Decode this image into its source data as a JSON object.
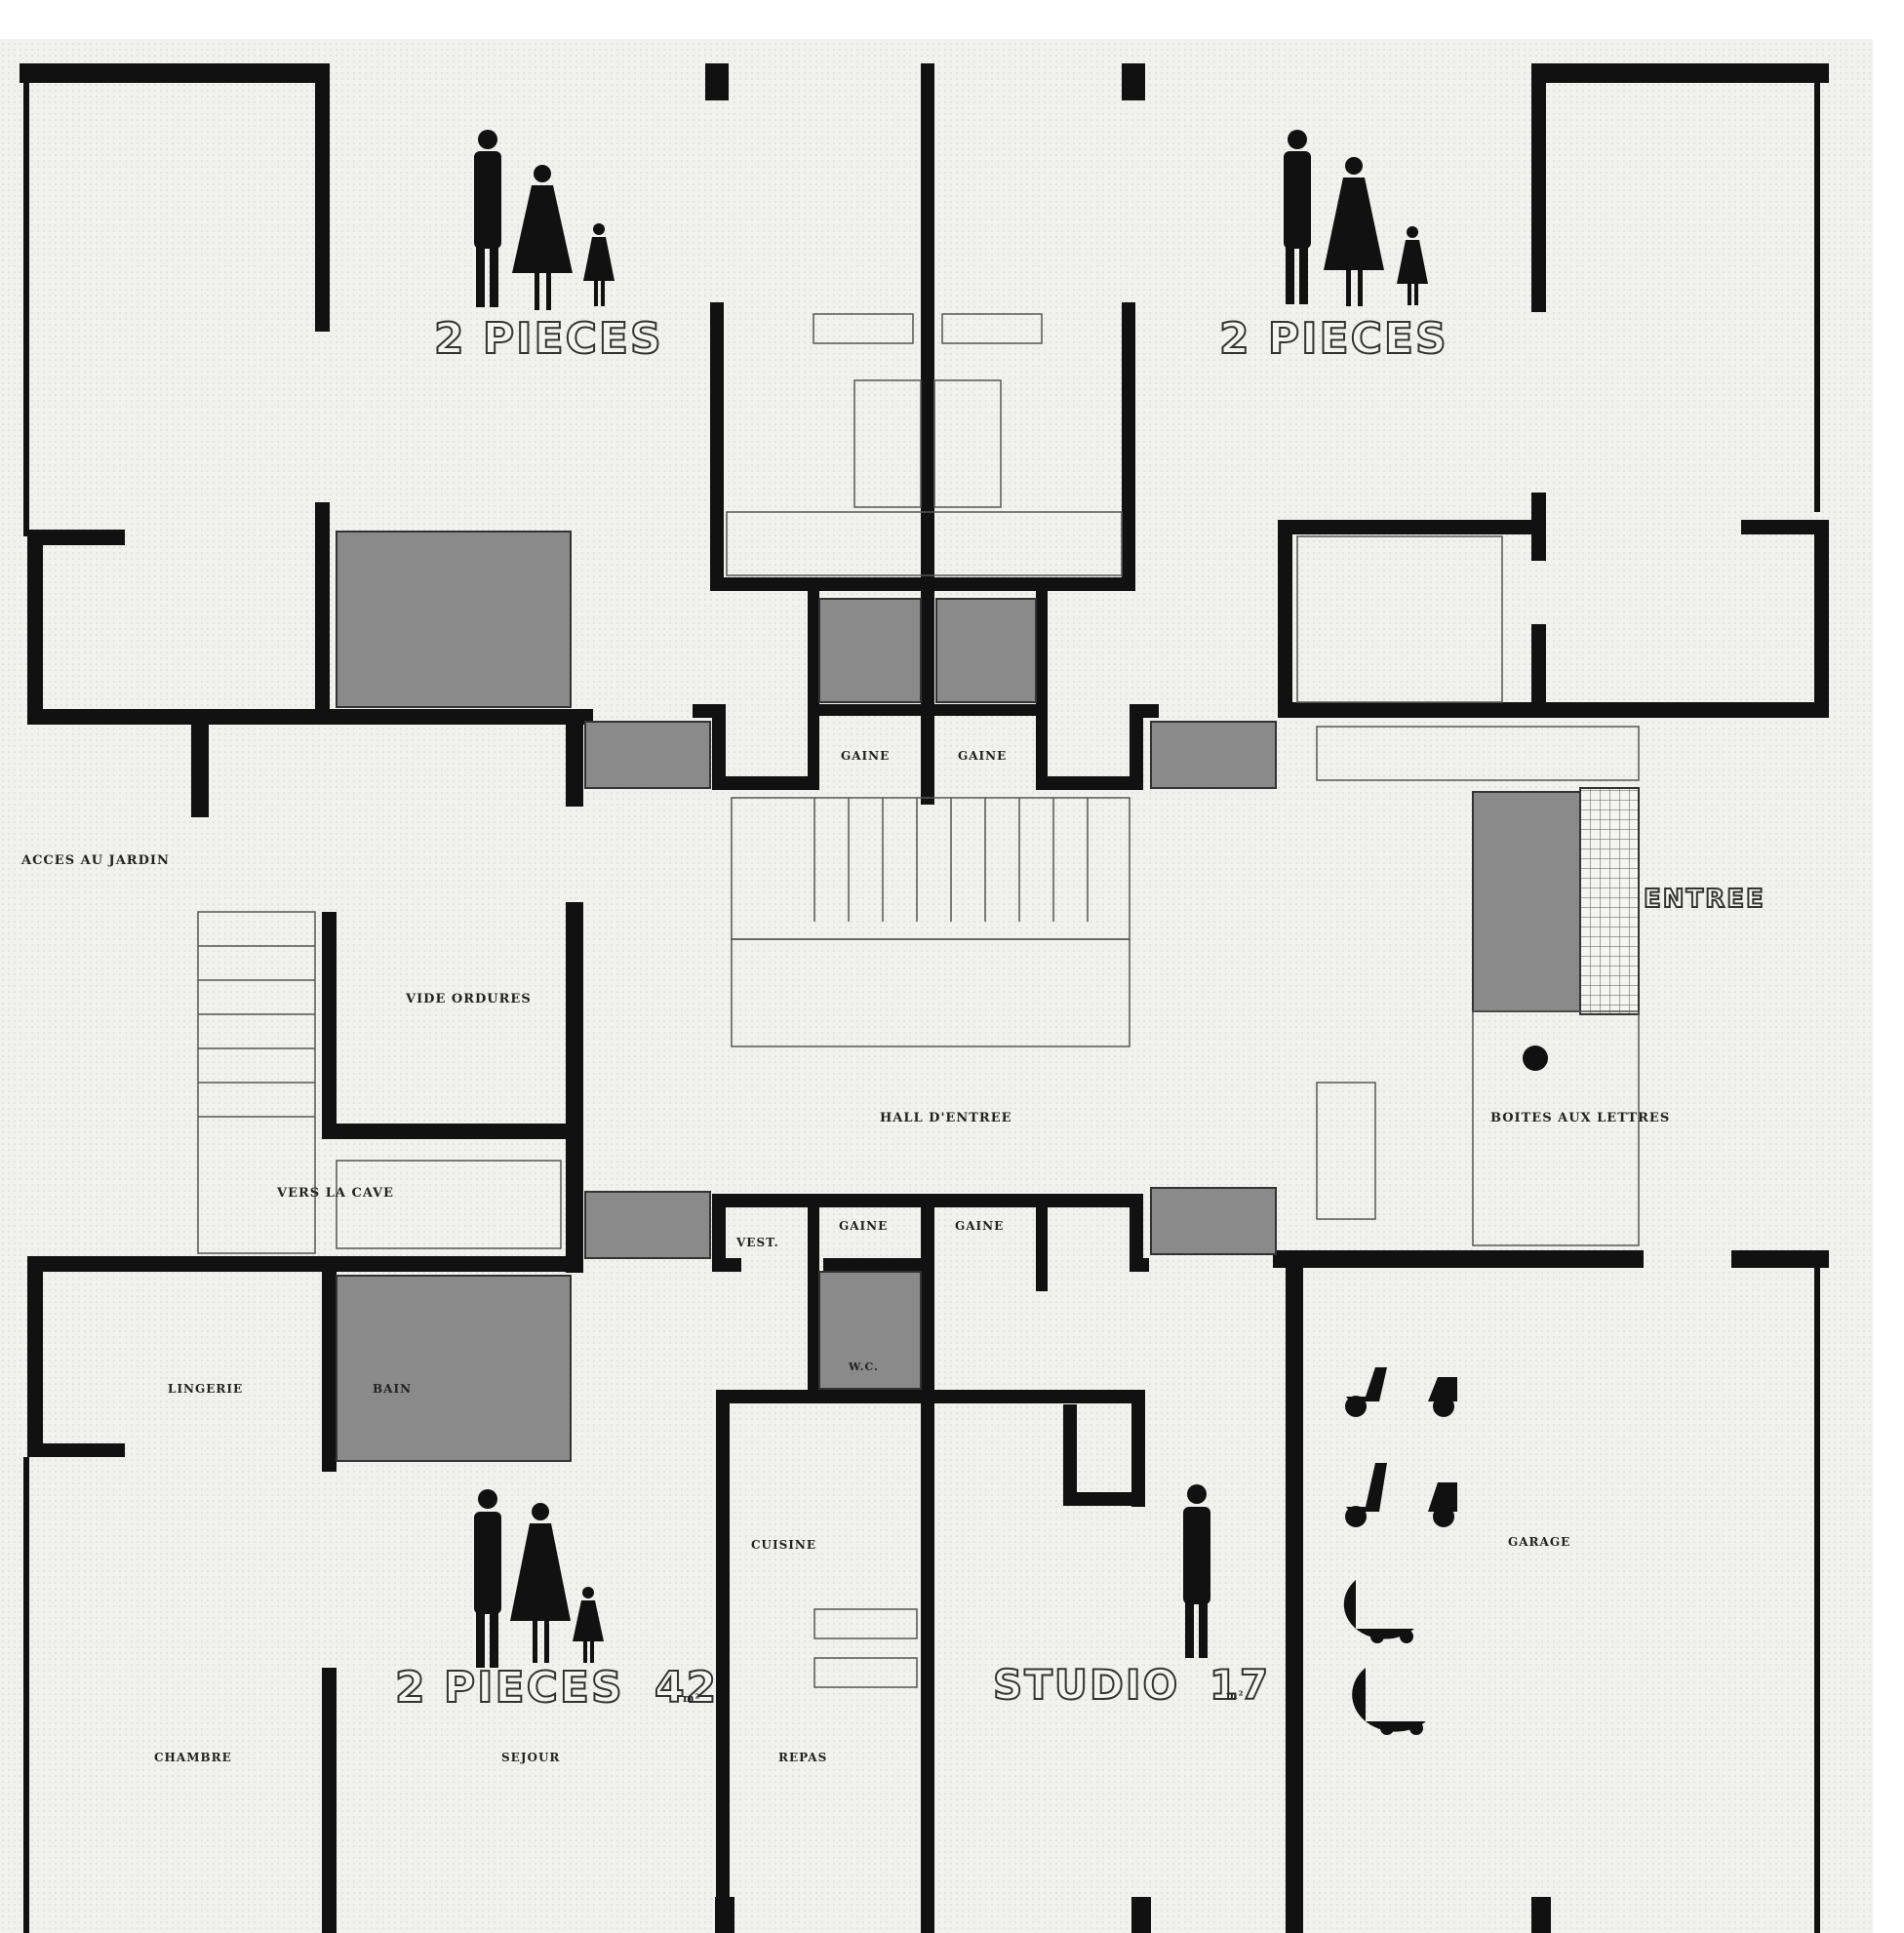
{
  "labels": {
    "apt_nw": "2 PIECES",
    "apt_ne": "2 PIECES",
    "apt_sw": "2 PIECES",
    "apt_sw_area": "42",
    "apt_sw_unit": "m²",
    "studio": "STUDIO",
    "studio_area": "17",
    "studio_unit": "m²",
    "acces_jardin": "ACCES AU JARDIN",
    "vide_ordures": "VIDE ORDURES",
    "hall": "HALL D'ENTREE",
    "entree": "ENTREE",
    "boites": "BOITES AUX LETTRES",
    "cave": "VERS LA CAVE",
    "gaine_nw": "GAINE",
    "gaine_ne": "GAINE",
    "gaine_sw": "GAINE",
    "gaine_se": "GAINE",
    "vest": "VEST.",
    "wc": "W.C.",
    "lingerie": "LINGERIE",
    "bain": "BAIN",
    "cuisine": "CUISINE",
    "garage": "GARAGE",
    "chambre": "CHAMBRE",
    "sejour": "SEJOUR",
    "repas": "REPAS"
  },
  "colors": {
    "wall": "#111111",
    "wet_room": "#8a8a8a",
    "paper": "#f4f4f2"
  }
}
